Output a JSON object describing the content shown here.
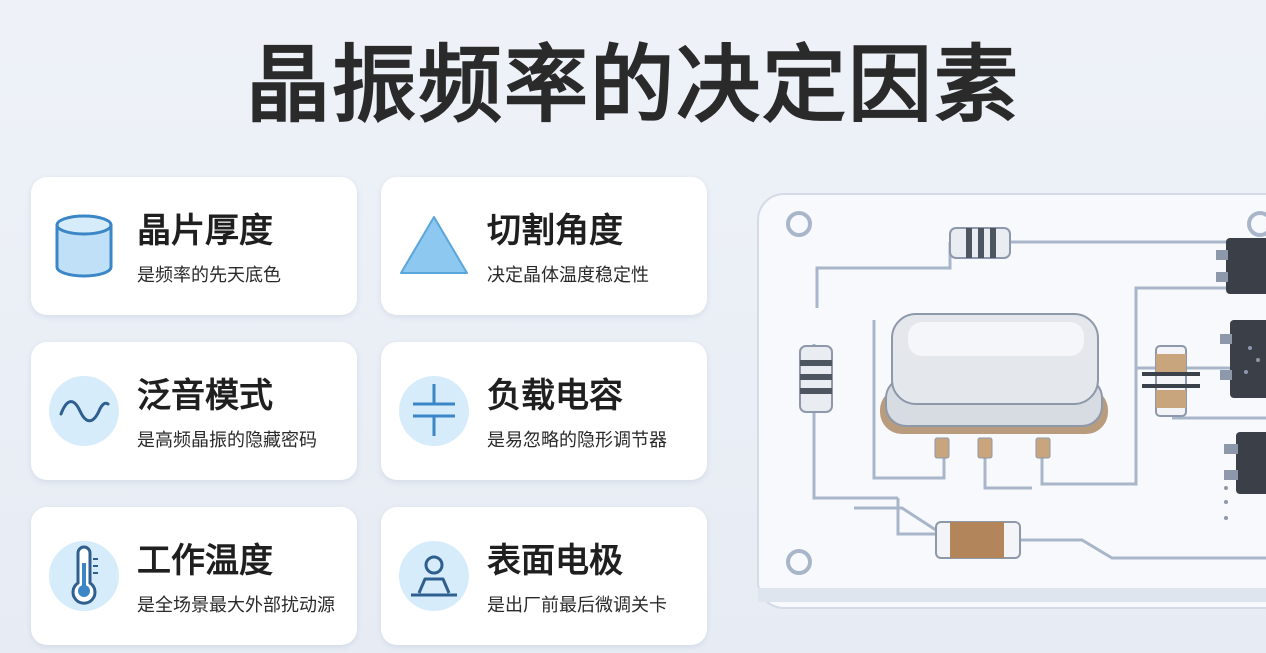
{
  "title": "晶振频率的决定因素",
  "factors": [
    {
      "icon": "cylinder-icon",
      "heading": "晶片厚度",
      "sub": "是频率的先天底色"
    },
    {
      "icon": "triangle-icon",
      "heading": "切割角度",
      "sub": "决定晶体温度稳定性"
    },
    {
      "icon": "sine-wave-icon",
      "heading": "泛音模式",
      "sub": "是高频晶振的隐藏密码"
    },
    {
      "icon": "capacitor-icon",
      "heading": "负载电容",
      "sub": "是易忽略的隐形调节器"
    },
    {
      "icon": "thermometer-icon",
      "heading": "工作温度",
      "sub": "是全场景最大外部扰动源"
    },
    {
      "icon": "electrode-icon",
      "heading": "表面电极",
      "sub": "是出厂前最后微调关卡"
    }
  ],
  "colors": {
    "icon_fill": "#bfe0f7",
    "icon_stroke": "#3b86c6",
    "title": "#2a2a2a",
    "trace": "#a9b6ca"
  }
}
